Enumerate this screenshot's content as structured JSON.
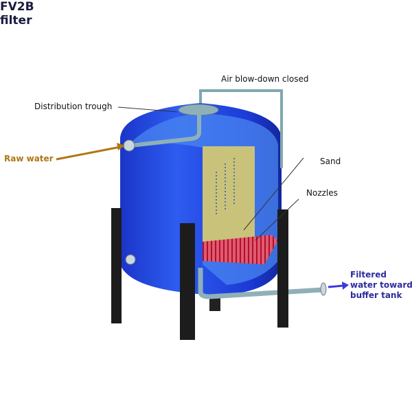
{
  "labels": {
    "air_blowdown": "Air blow-down closed",
    "distribution_trough": "Distribution trough",
    "raw_water": "Raw water",
    "tank_name_line1": "FV2B",
    "tank_name_line2": "filter",
    "sand": "Sand",
    "nozzles": "Nozzles",
    "filtered_line1": "Filtered",
    "filtered_line2": "water toward",
    "filtered_line3": "buffer tank"
  },
  "colors": {
    "tank": "#1f3fd8",
    "sand": "#c9c27a",
    "nozzles": "#c8203a",
    "raw_water_arrow": "#b07712",
    "filtered_arrow": "#3a3ae0",
    "pipe": "#7fa8b0"
  }
}
